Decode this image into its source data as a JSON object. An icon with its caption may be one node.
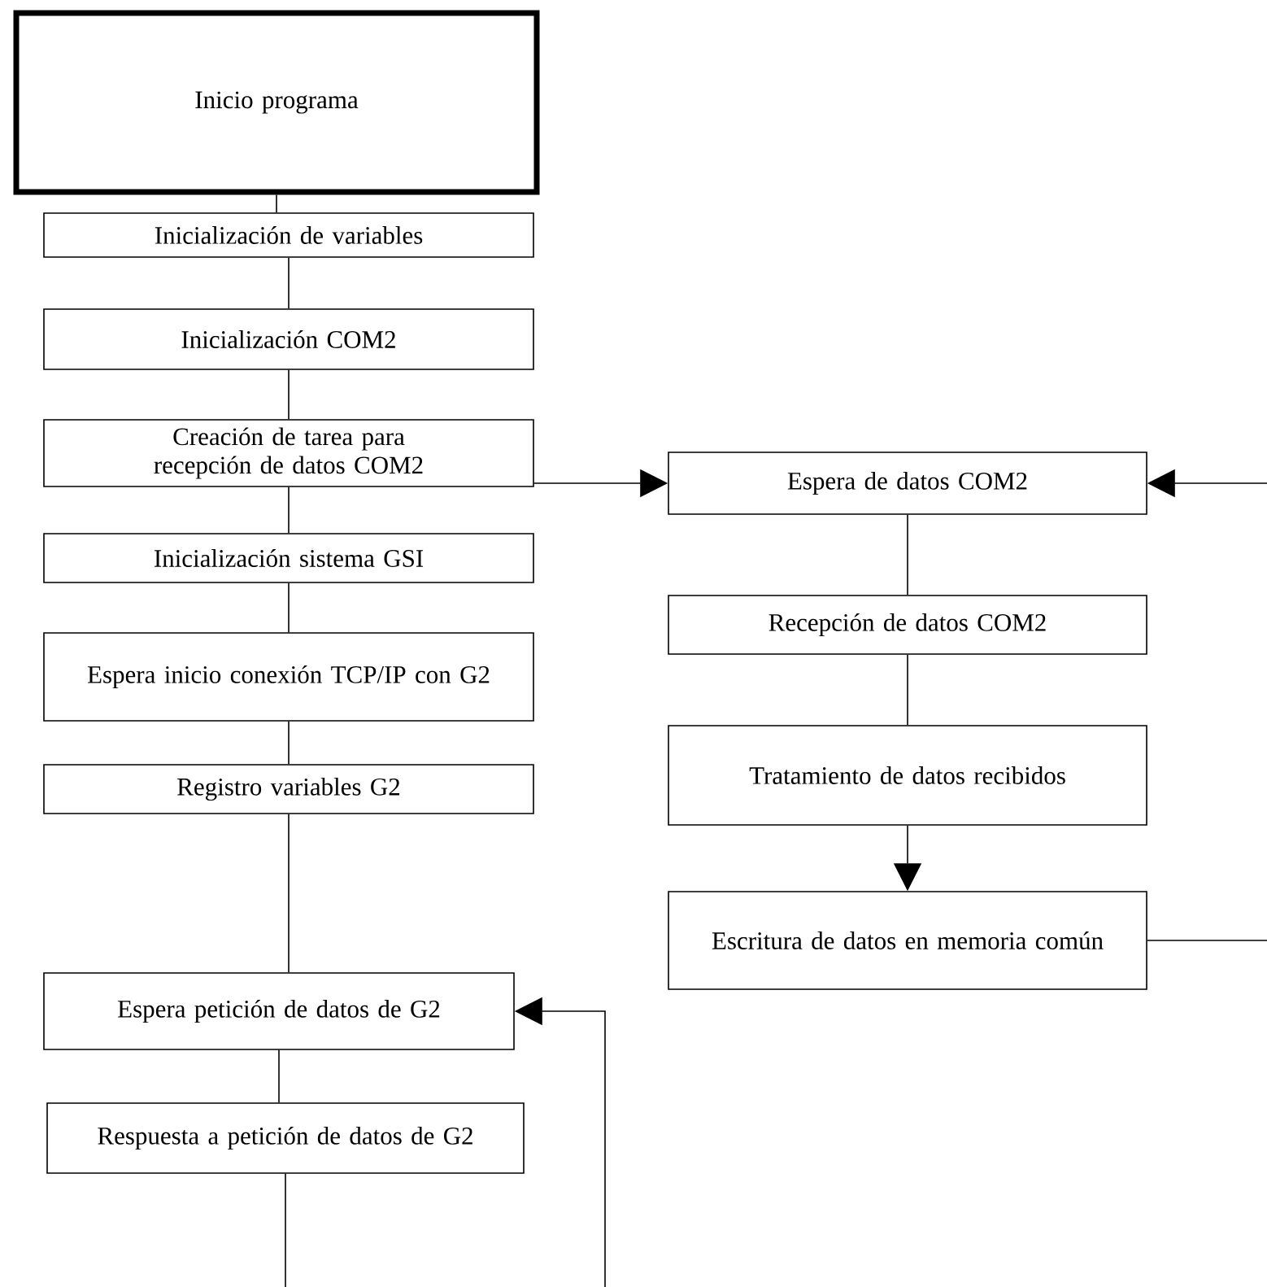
{
  "diagram": {
    "nodes": [
      {
        "text": [
          "Inicio programa"
        ]
      },
      {
        "text": [
          "Inicialización de variables"
        ]
      },
      {
        "text": [
          "Inicialización COM2"
        ]
      },
      {
        "text": [
          "Creación de tarea para recepción de datos COM2"
        ]
      },
      {
        "text": [
          "Espera de datos COM2"
        ]
      },
      {
        "text": [
          "Inicialización sistema GSI"
        ]
      },
      {
        "text": [
          "Espera inicio conexión TCP/IP con G2"
        ]
      },
      {
        "text": [
          "Registro variables G2"
        ]
      },
      {
        "text": [
          "Espera petición de datos de G2"
        ]
      },
      {
        "text": [
          "Respuesta a petición de datos de G2"
        ]
      },
      {
        "text": [
          "Recepción de datos COM2"
        ]
      },
      {
        "text": [
          "Tratamiento de datos recibidos"
        ]
      },
      {
        "text": [
          "Escritura de datos en memoria común"
        ]
      }
    ],
    "edges": [
      {
        "from": 0,
        "to": 1,
        "arrow": "none"
      },
      {
        "from": 1,
        "to": 2,
        "arrow": "none"
      },
      {
        "from": 2,
        "to": 3,
        "arrow": "none"
      },
      {
        "from": 3,
        "to": 4,
        "arrow": "to"
      },
      {
        "from": 3,
        "to": 5,
        "arrow": "none"
      },
      {
        "from": 5,
        "to": 6,
        "arrow": "none"
      },
      {
        "from": 6,
        "to": 7,
        "arrow": "none"
      },
      {
        "from": 7,
        "to": 8,
        "arrow": "none"
      },
      {
        "from": 8,
        "to": 9,
        "arrow": "none"
      },
      {
        "from": 9,
        "to": null,
        "arrow": "none"
      },
      {
        "from": null,
        "to": 8,
        "arrow": "to"
      },
      {
        "from": 4,
        "to": 10,
        "arrow": "none"
      },
      {
        "from": 10,
        "to": 11,
        "arrow": "none"
      },
      {
        "from": 11,
        "to": 12,
        "arrow": "to"
      },
      {
        "from": 12,
        "to": null,
        "arrow": "none"
      },
      {
        "from": null,
        "to": 4,
        "arrow": "to"
      }
    ]
  }
}
